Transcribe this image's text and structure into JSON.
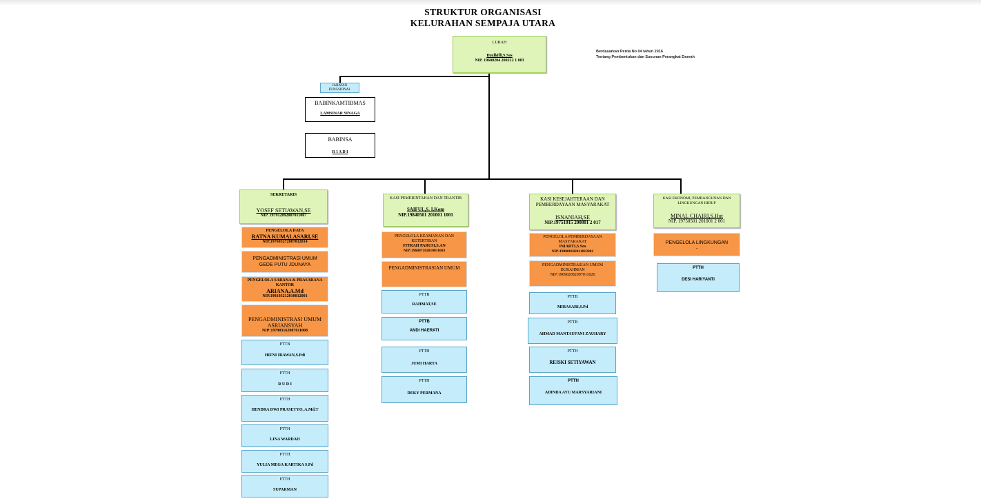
{
  "title": {
    "line1": "STRUKTUR ORGANISASI",
    "line2": "KELURAHAN SEMPAJA UTARA"
  },
  "note": {
    "line1": "Berdasarkan  Perda No 04 tahun 2016",
    "line2": "Tentang Pembentukan dan Susunan Perangkat  Daerah"
  },
  "lurah": {
    "role": "LURAH",
    "name": "Dzulkifli,S.Sos",
    "nip": "NIP. 19680204 200212 1 003"
  },
  "fungsional": {
    "label1": "JABATAN",
    "label2": "FUNGSIONAL",
    "babinkamtibmas": {
      "role": "BABINKAMTIBMAS",
      "name": "LAMSINAR SINAGA"
    },
    "babinsa": {
      "role": "BABINSA",
      "name": "R I A D I"
    }
  },
  "sekretaris": {
    "role": "SEKRETARIS",
    "name": "YOSEF SETIAWAN,SE",
    "nip": "NIP. 197912092007011007",
    "staff": [
      {
        "role": "PENGELOLA DATA",
        "name": "RATNA KUMALASARI,SE",
        "nip": "NIP.197605272007012014"
      },
      {
        "role": "PENGADMINISTRASI UMUM",
        "name": "GEDE PUTU JDUNAYA"
      },
      {
        "role": "PENGELOLA SARANA & PRASARANA KANTOR",
        "name": "ARIANA,A.Md",
        "nip": "NIP.198103212010012001"
      },
      {
        "role": "PENGADMINISTRASI UMUM",
        "name": "ASRIANSYAH",
        "nip": "NIP:197903162007011008"
      },
      {
        "role": "PTTB",
        "name": "HIFNI IRAWAN,S.Pdi"
      },
      {
        "role": "PTTH",
        "name": "R U D I"
      },
      {
        "role": "PTTH",
        "name": "HENDRA DWI PRASETYO, A.Md.T"
      },
      {
        "role": "PTTH",
        "name": "LINA WARDAH"
      },
      {
        "role": "PTTH",
        "name": "YULIA MEGA KARTIKA S.Pd"
      },
      {
        "role": "PTTH",
        "name": "SUPARMAN"
      }
    ]
  },
  "pemerintahan": {
    "role": "KASI PEMERINTAHAN DAN TRANTIB",
    "name": "SAIFUL,S. I.Kom",
    "nip": "NIP.19840501 201001 1001",
    "staff": [
      {
        "role": "PENGELOLA KEAMANAN DAN KETERTIBAN",
        "name": "FITRAH PARUSI,S.AN",
        "nip": "NIP:196807182010011003"
      },
      {
        "role": "PENGADMINISTRASIAN  UMUM"
      },
      {
        "role": "PTTB",
        "name": "RAHMAT,SE"
      },
      {
        "role": "PTTB",
        "name": "ANDI HAERATI"
      },
      {
        "role": "PTTH",
        "name": "JUMI  HARTA"
      },
      {
        "role": "PTTH",
        "name": "DEKY PERMANA"
      }
    ]
  },
  "kesejahteraan": {
    "role": "KASI KESEJAHTERAAN DAN PEMBERDAYAAN MASYARAKAT",
    "name": "ISNANIAH,SE",
    "nip": "NIP.19751015 200801 2 017",
    "staff": [
      {
        "role": "PENGELOLA  PEMBERDAYAAN MASYARAKAT",
        "name": "INIARTI,S.Sos",
        "nip": "NIP:198008182011012001"
      },
      {
        "role": "PENGADMINISTRASIAN UMUM",
        "name": "DURAHMAN",
        "nip": "NIP:196902082007011026"
      },
      {
        "role": "PTTB",
        "name": "MIRASARI,S.Pd"
      },
      {
        "role": "PTTB",
        "name": "AHMAD MANTAUFANI ZAUHARY"
      },
      {
        "role": "PTTH",
        "name": "REISKI SETIYAWAN"
      },
      {
        "role": "PTTH",
        "name": "ADINDA AYU MARSYARIANI"
      }
    ]
  },
  "ekonomi": {
    "role": "KASI EKONOMI, PEMBANGUNAN DAN LINGKUNGAN HIDUP",
    "name": "MINAL CHAIRI,S.Hut",
    "nip": "NIP. 19750501 201001 2 001",
    "staff": [
      {
        "role": "PENGELOLA LINGKUNGAN",
        "name": "-"
      },
      {
        "role": "PTTH",
        "name": "DESI HARIYANTI"
      }
    ]
  },
  "colors": {
    "head": "#dff4b8",
    "pengelola": "#f79646",
    "pttb": "#c4ecfa",
    "line": "#000000"
  }
}
